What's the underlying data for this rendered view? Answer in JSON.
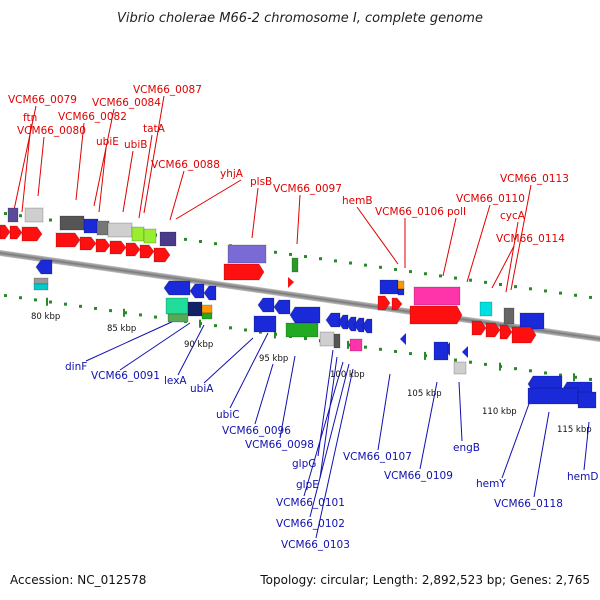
{
  "title": "Vibrio cholerae M66-2 chromosome I, complete genome",
  "footer": {
    "accession": "Accession: NC_012578",
    "summary": "Topology: circular; Length: 2,892,523 bp; Genes: 2,765"
  },
  "colors": {
    "forward_label": "#e00000",
    "reverse_label": "#1010b0",
    "backbone": "#888888"
  },
  "scale_ticks": [
    "80 kbp",
    "85 kbp",
    "90 kbp",
    "95 kbp",
    "100 kbp",
    "105 kbp",
    "110 kbp",
    "115 kbp"
  ],
  "forward_labels": [
    "VCM66_0079",
    "ftn",
    "VCM66_0080",
    "VCM66_0082",
    "VCM66_0084",
    "ubiE",
    "ubiB",
    "VCM66_0087",
    "tatA",
    "VCM66_0088",
    "yhjA",
    "plsB",
    "VCM66_0097",
    "hemB",
    "VCM66_0106",
    "polI",
    "VCM66_0110",
    "VCM66_0113",
    "cycA",
    "VCM66_0114"
  ],
  "reverse_labels": [
    "dinF",
    "VCM66_0091",
    "lexA",
    "ubiA",
    "ubiC",
    "VCM66_0096",
    "VCM66_0098",
    "glpG",
    "glpE",
    "VCM66_0101",
    "VCM66_0102",
    "VCM66_0103",
    "VCM66_0107",
    "VCM66_0109",
    "engB",
    "hemY",
    "VCM66_0118",
    "hemD"
  ]
}
